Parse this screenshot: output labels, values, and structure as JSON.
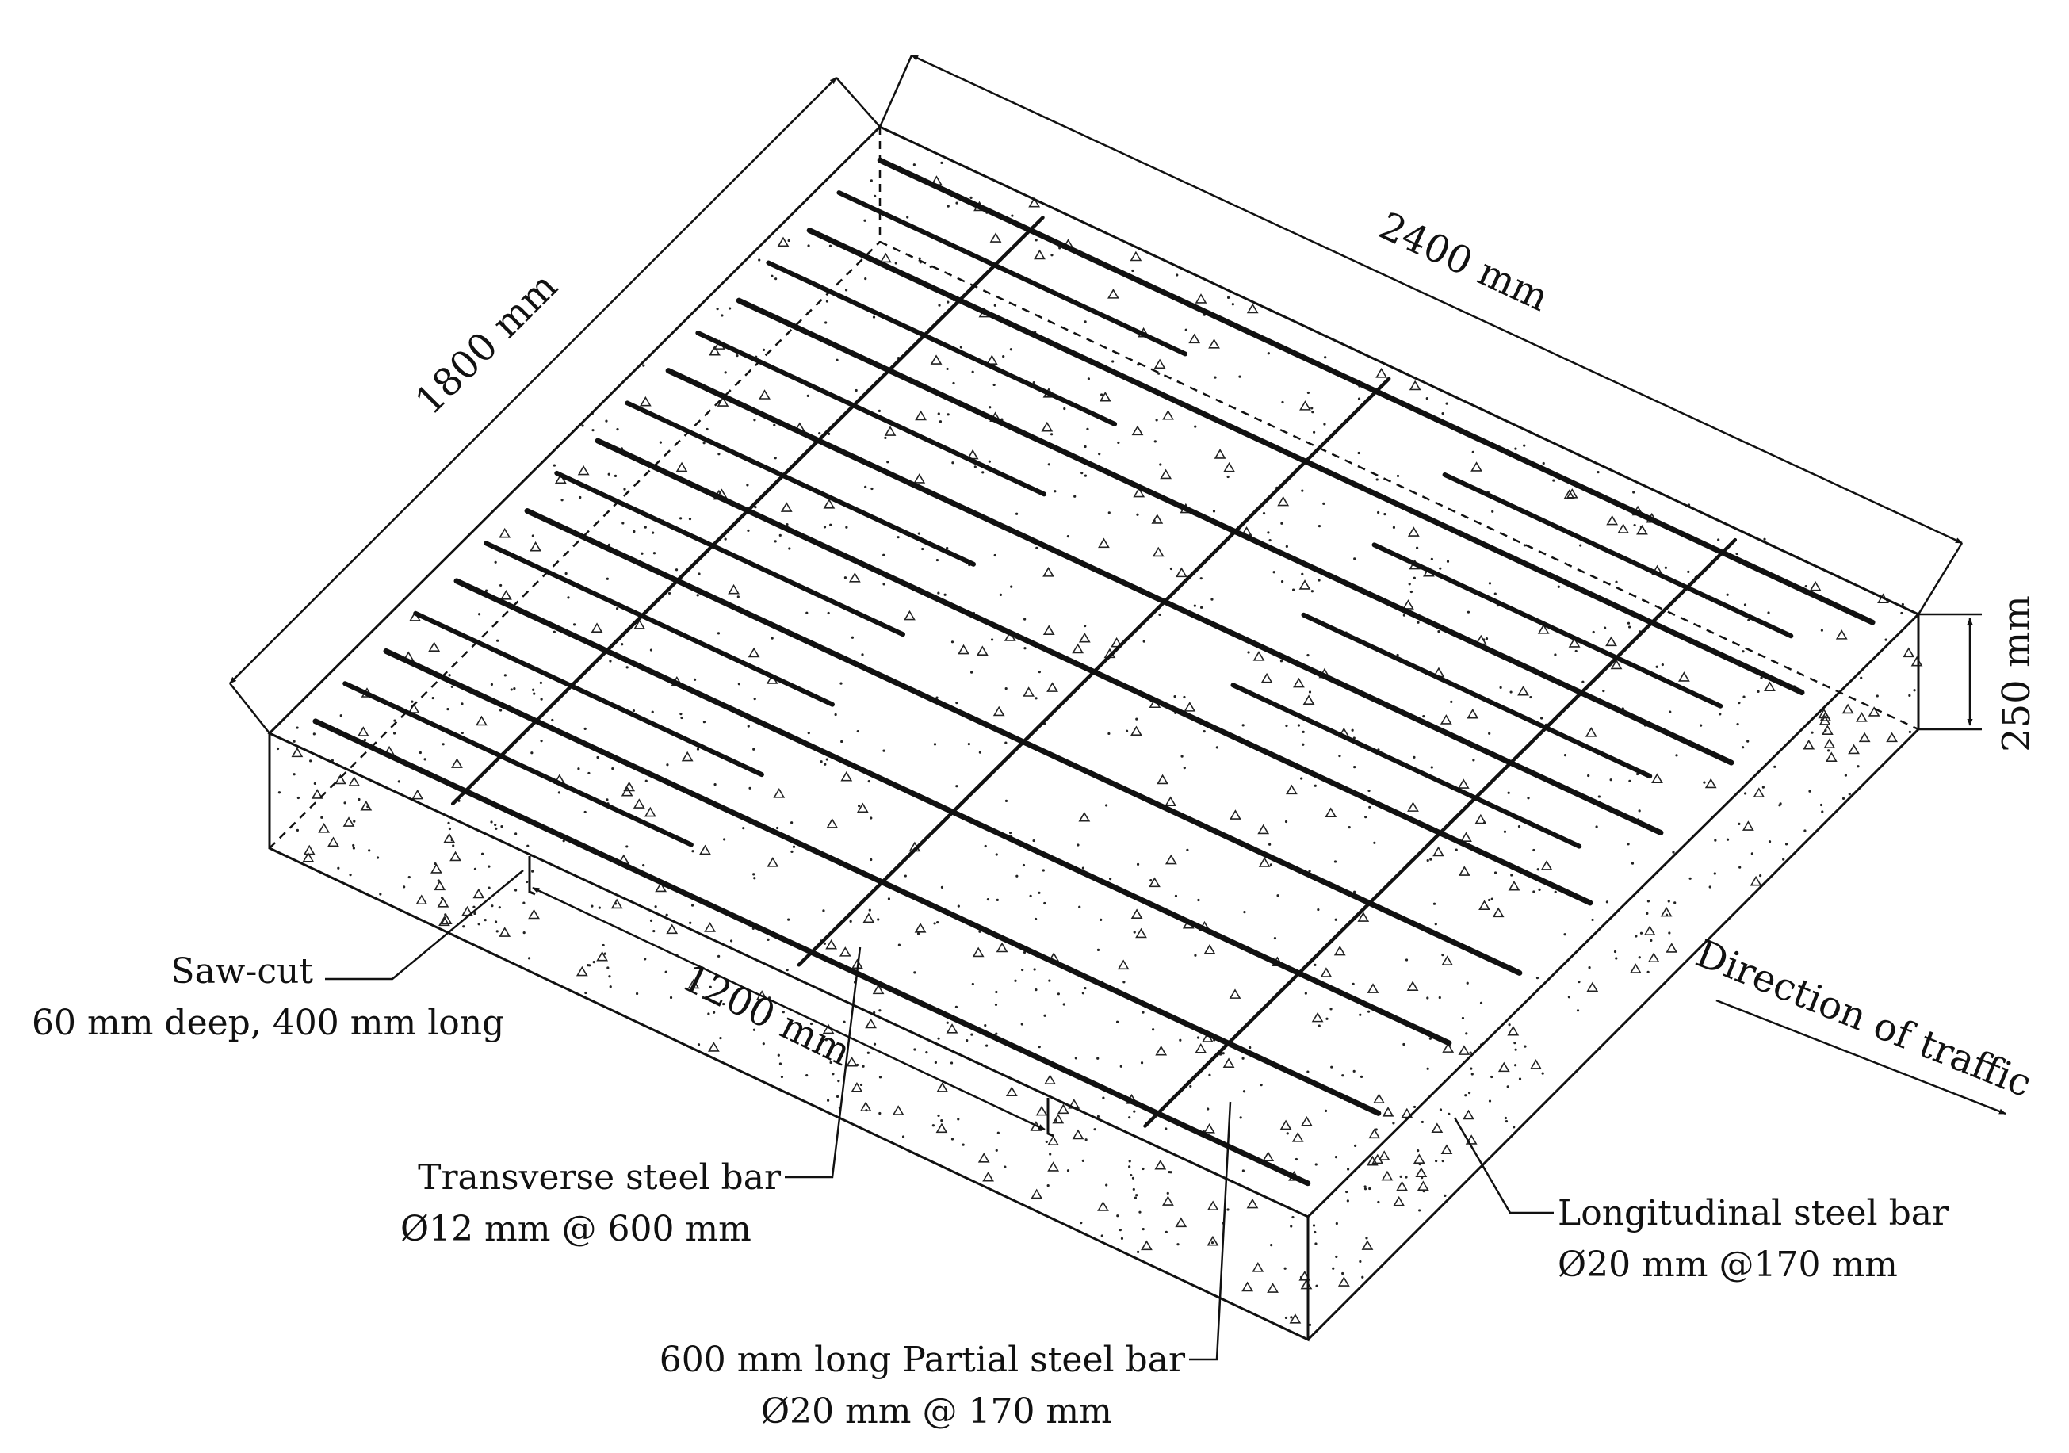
{
  "diagram": {
    "dimensions": {
      "length": "2400 mm",
      "width": "1800 mm",
      "thickness": "250 mm",
      "transverse_spacing": "1200 mm"
    },
    "labels": {
      "saw_cut_title": "Saw-cut",
      "saw_cut_detail": "60 mm deep, 400 mm long",
      "transverse_title": "Transverse steel bar",
      "transverse_detail": "Ø12 mm @ 600 mm",
      "partial_title": "600 mm long Partial steel bar",
      "partial_detail": "Ø20 mm @ 170 mm",
      "longitudinal_title": "Longitudinal steel bar",
      "longitudinal_detail": "Ø20 mm @170 mm",
      "traffic": "Direction of traffic"
    },
    "colors": {
      "line": "#111111",
      "background": "#ffffff"
    }
  }
}
